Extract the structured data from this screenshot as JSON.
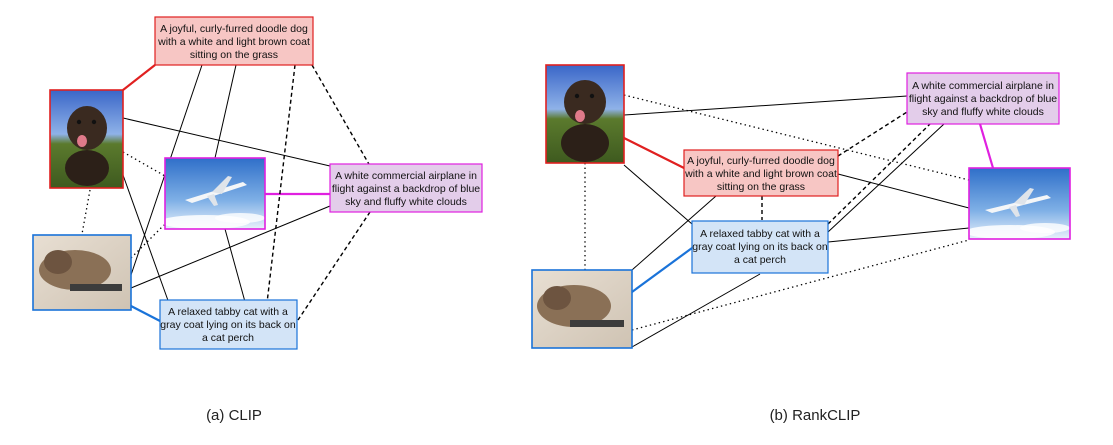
{
  "panels": [
    {
      "caption": "(a) CLIP",
      "texts": {
        "dog": [
          "A joyful, curly-furred doodle dog",
          "with a white and light brown coat",
          "sitting on the grass"
        ],
        "plane": [
          "A white commercial airplane in",
          "flight against a backdrop of blue",
          "sky and fluffy white clouds"
        ],
        "cat": [
          "A relaxed tabby cat with a",
          "gray coat lying on its back on",
          "a cat perch"
        ]
      }
    },
    {
      "caption": "(b) RankCLIP",
      "texts": {
        "dog": [
          "A joyful, curly-furred doodle dog",
          "with a white and light brown coat",
          "sitting on the grass"
        ],
        "plane": [
          "A white commercial airplane in",
          "flight against a backdrop of blue",
          "sky and fluffy white clouds"
        ],
        "cat": [
          "A relaxed tabby cat with a",
          "gray coat lying on its back on",
          "a cat perch"
        ]
      }
    }
  ],
  "colors": {
    "dog": "#e02020",
    "plane": "#e020e0",
    "cat": "#1a73d9",
    "dog_fill": "#f7c6c4",
    "plane_fill": "#e3cdea",
    "cat_fill": "#d3e4f7"
  },
  "line_styles": [
    "solid",
    "dashed",
    "dotted"
  ]
}
